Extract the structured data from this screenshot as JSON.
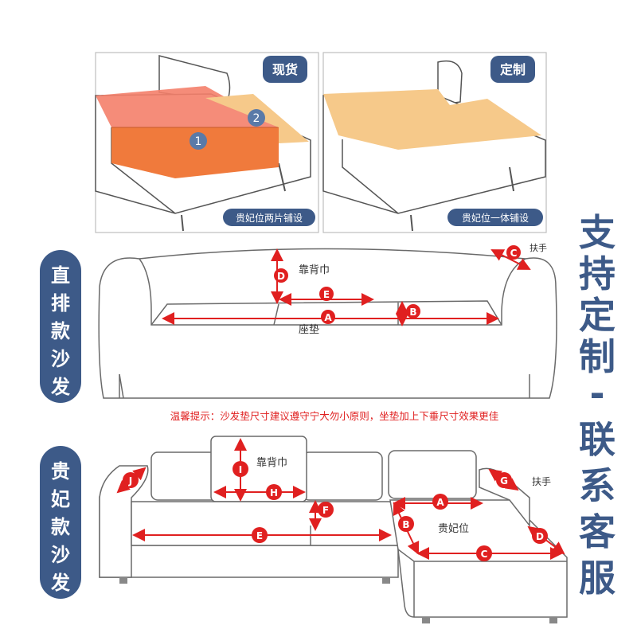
{
  "top_panels": {
    "left": {
      "tag": "现货",
      "caption": "贵妃位两片铺设",
      "piece1": "1",
      "piece2": "2"
    },
    "right": {
      "tag": "定制",
      "caption": "贵妃位一体铺设"
    }
  },
  "straight_sofa": {
    "side_label": [
      "直",
      "排",
      "款",
      "沙",
      "发"
    ],
    "backrest": "靠背巾",
    "seat": "座垫",
    "armrest": "扶手",
    "markers": {
      "A": "A",
      "B": "B",
      "C": "C",
      "D": "D",
      "E": "E"
    }
  },
  "tip": "温馨提示：沙发垫尺寸建议遵守宁大勿小原则，坐垫加上下垂尺寸效果更佳",
  "chaise_sofa": {
    "side_label": [
      "贵",
      "妃",
      "款",
      "沙",
      "发"
    ],
    "backrest": "靠背巾",
    "chaise": "贵妃位",
    "armrest": "扶手",
    "markers": {
      "A": "A",
      "B": "B",
      "C": "C",
      "D": "D",
      "E": "E",
      "F": "F",
      "G": "G",
      "H": "H",
      "I": "I",
      "J": "J"
    }
  },
  "side_text": [
    "支",
    "持",
    "定",
    "制",
    "-",
    "联",
    "系",
    "客",
    "服"
  ],
  "colors": {
    "navy": "#3d5a88",
    "red": "#e02020",
    "orange": "#f07a3c",
    "salmon": "#f4806a",
    "beige": "#f6c98a",
    "outline": "#6a6a6a"
  }
}
